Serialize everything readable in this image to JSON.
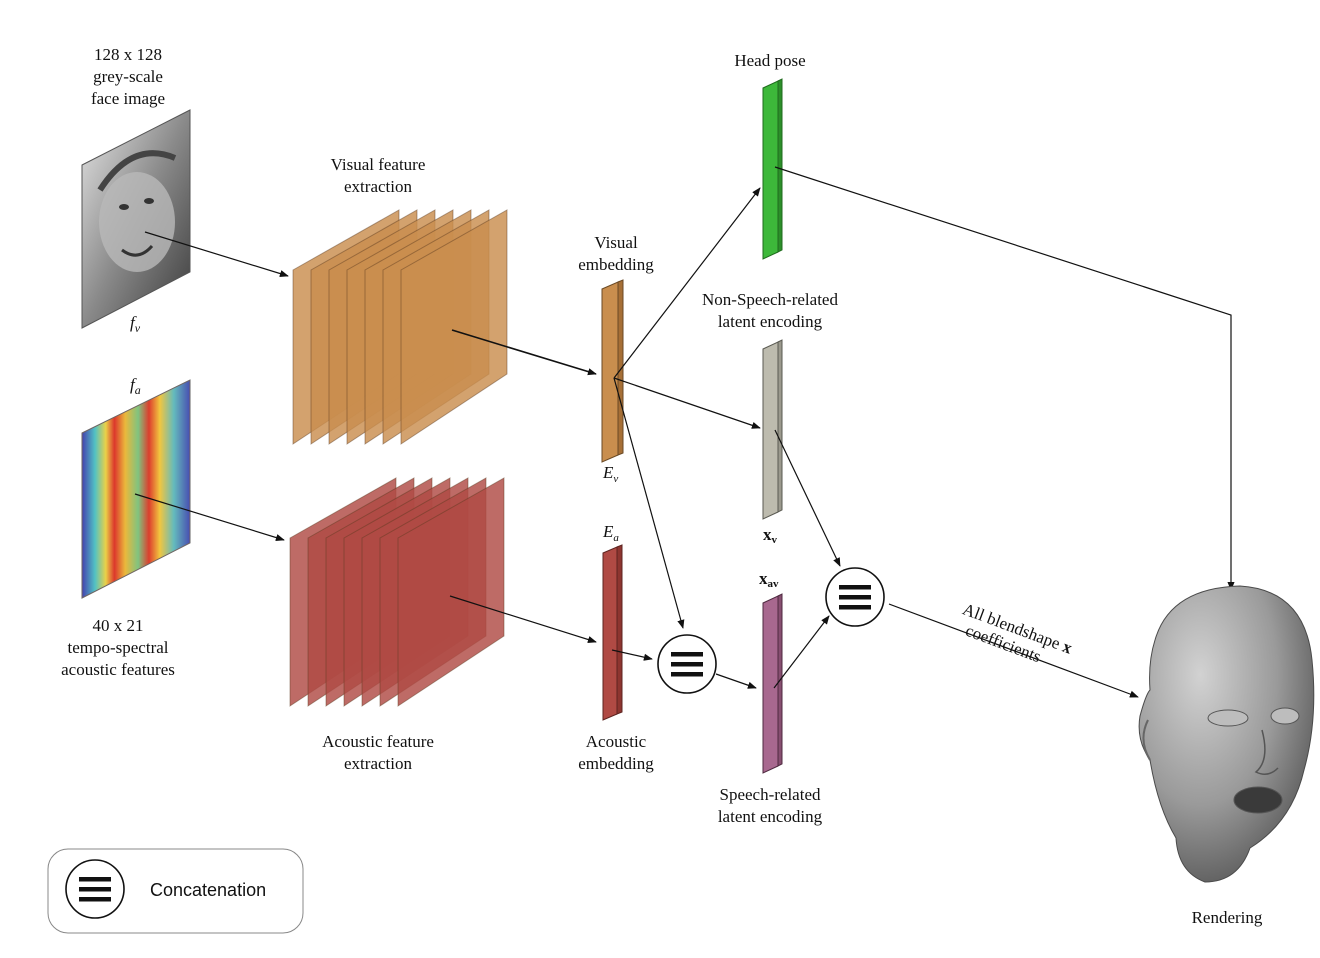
{
  "inputs": {
    "face": {
      "lines": [
        "128 x 128",
        "grey-scale",
        "face image"
      ],
      "symbol": "f",
      "subscript": "v"
    },
    "acoustic": {
      "lines": [
        "40 x 21",
        "tempo-spectral",
        "acoustic features"
      ],
      "symbol": "f",
      "subscript": "a"
    }
  },
  "visual_feature": {
    "lines": [
      "Visual feature",
      "extraction"
    ]
  },
  "acoustic_feature": {
    "lines": [
      "Acoustic feature",
      "extraction"
    ]
  },
  "visual_embedding": {
    "lines": [
      "Visual",
      "embedding"
    ],
    "symbol": "E",
    "subscript": "v"
  },
  "acoustic_embedding": {
    "lines": [
      "Acoustic",
      "embedding"
    ],
    "symbol": "E",
    "subscript": "a"
  },
  "head_pose": {
    "label": "Head pose"
  },
  "non_speech": {
    "lines": [
      "Non-Speech-related",
      "latent encoding"
    ],
    "symbol": "x",
    "subscript": "v"
  },
  "speech": {
    "lines": [
      "Speech-related",
      "latent encoding"
    ],
    "symbol": "x",
    "subscript": "av"
  },
  "blendshape": {
    "line1_text": "All blendshape ",
    "line1_symbol": "x",
    "line2": "coefficients"
  },
  "rendering": {
    "label": "Rendering"
  },
  "legend": {
    "label": "Concatenation",
    "icon": "concatenation-icon"
  },
  "colors": {
    "visual_layers": "#c98e4e",
    "acoustic_layers": "#b04a44",
    "head_pose_bar": "#3db83a",
    "non_speech_bar": "#bdbbae",
    "speech_bar": "#a8688f"
  }
}
